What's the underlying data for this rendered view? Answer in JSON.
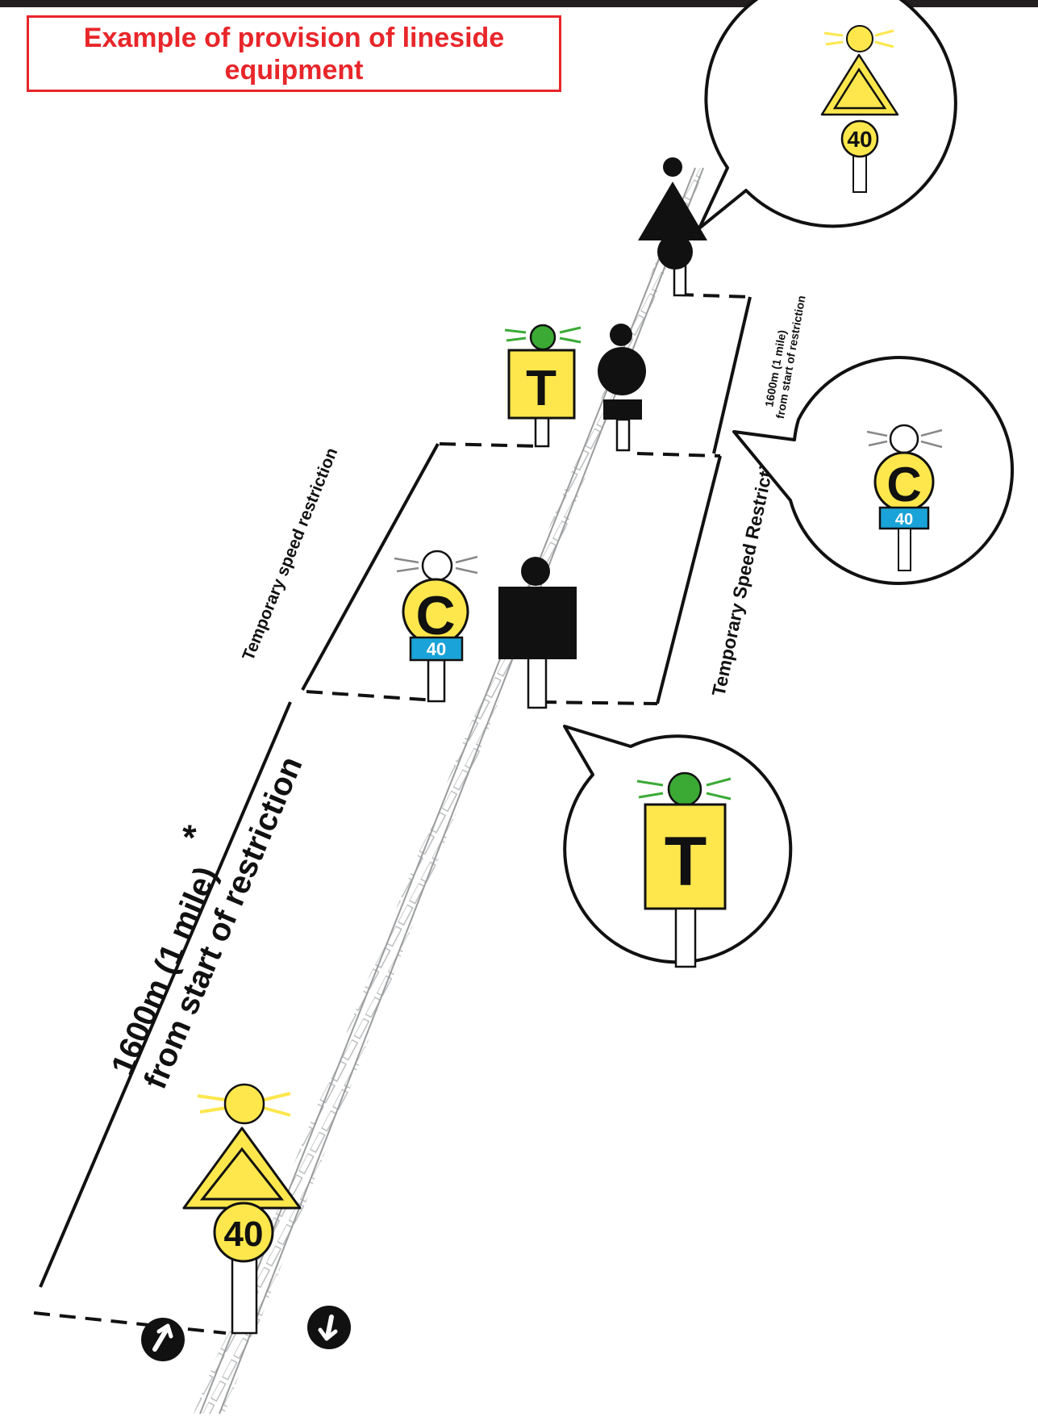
{
  "title": "Example of provision of lineside equipment",
  "labels": {
    "distance_main_line1": "1600m (1 mile)",
    "distance_main_line2": "from start of restriction",
    "distance_main_asterisk": "*",
    "distance_opp_line1": "1600m (1 mile)",
    "distance_opp_line2": "from start of restriction",
    "tsr_left": "Temporary speed restriction",
    "tsr_right": "Temporary Speed Restriction"
  },
  "signs": {
    "warning_speed": "40",
    "commencement_letter": "C",
    "commencement_speed": "40",
    "termination_letter": "T"
  },
  "direction_icons": [
    "arrow-up-icon",
    "arrow-down-icon"
  ],
  "colors": {
    "title_red": "#e8262a",
    "sign_yellow": "#fde74c",
    "lamp_green": "#3aaa35",
    "plate_blue": "#1aa3d8",
    "black": "#111111"
  }
}
